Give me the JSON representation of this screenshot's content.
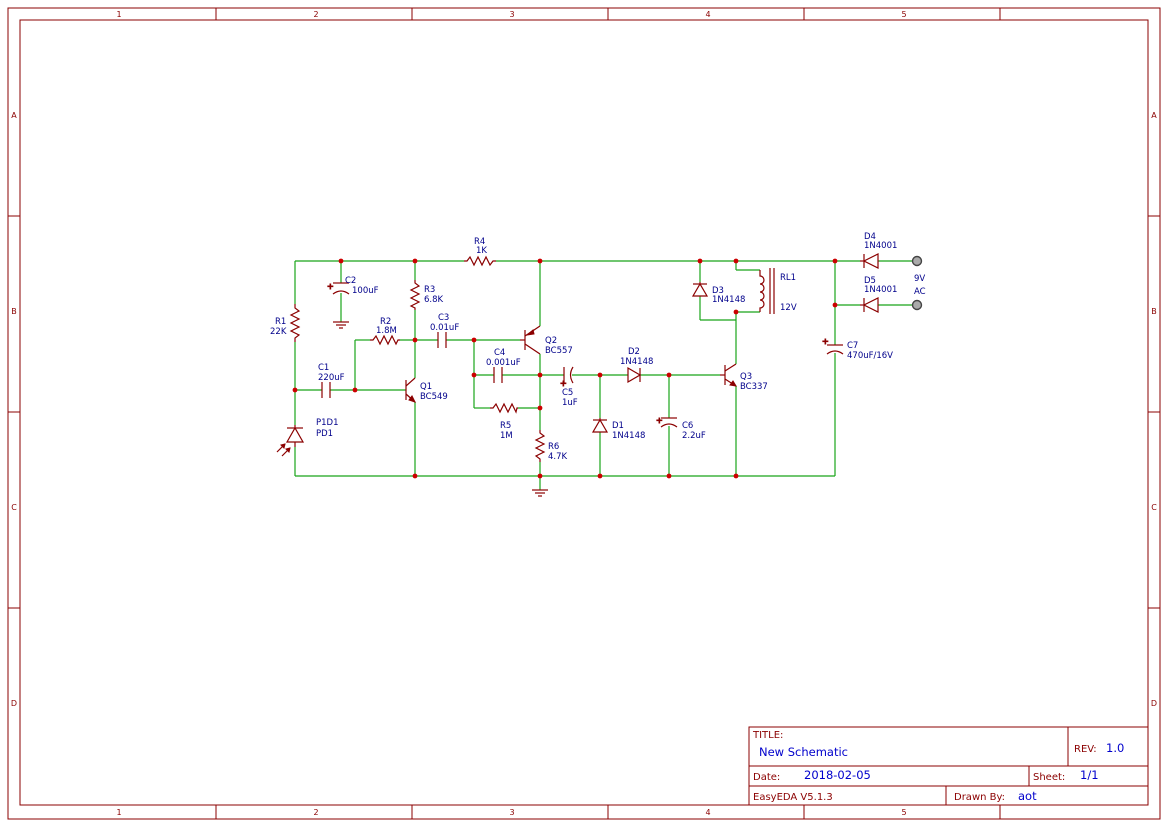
{
  "frame": {
    "columns": [
      "1",
      "2",
      "3",
      "4",
      "5"
    ],
    "rows": [
      "A",
      "B",
      "C",
      "D"
    ]
  },
  "components": {
    "r1": {
      "ref": "R1",
      "value": "22K"
    },
    "r2": {
      "ref": "R2",
      "value": "1.8M"
    },
    "r3": {
      "ref": "R3",
      "value": "6.8K"
    },
    "r4": {
      "ref": "R4",
      "value": "1K"
    },
    "r5": {
      "ref": "R5",
      "value": "1M"
    },
    "r6": {
      "ref": "R6",
      "value": "4.7K"
    },
    "c1": {
      "ref": "C1",
      "value": "220uF"
    },
    "c2": {
      "ref": "C2",
      "value": "100uF"
    },
    "c3": {
      "ref": "C3",
      "value": "0.01uF"
    },
    "c4": {
      "ref": "C4",
      "value": "0.001uF"
    },
    "c5": {
      "ref": "C5",
      "value": "1uF"
    },
    "c6": {
      "ref": "C6",
      "value": "2.2uF"
    },
    "c7": {
      "ref": "C7",
      "value": "470uF/16V"
    },
    "q1": {
      "ref": "Q1",
      "value": "BC549"
    },
    "q2": {
      "ref": "Q2",
      "value": "BC557"
    },
    "q3": {
      "ref": "Q3",
      "value": "BC337"
    },
    "d1": {
      "ref": "D1",
      "value": "1N4148"
    },
    "d2": {
      "ref": "D2",
      "value": "1N4148"
    },
    "d3": {
      "ref": "D3",
      "value": "1N4148"
    },
    "d4": {
      "ref": "D4",
      "value": "1N4001"
    },
    "d5": {
      "ref": "D5",
      "value": "1N4001"
    },
    "p1d1": {
      "ref": "P1D1",
      "value": "PD1"
    },
    "rl1": {
      "ref": "RL1",
      "value": "12V"
    },
    "input": {
      "voltage": "9V",
      "type": "AC"
    }
  },
  "title_block": {
    "title_label": "TITLE:",
    "title": "New Schematic",
    "rev_label": "REV:",
    "rev": "1.0",
    "date_label": "Date:",
    "date": "2018-02-05",
    "sheet_label": "Sheet:",
    "sheet": "1/1",
    "software": "EasyEDA V5.1.3",
    "drawn_by_label": "Drawn By:",
    "drawn_by": "aot"
  },
  "colors": {
    "frame": "#8b0000",
    "wire": "#19a519",
    "label": "#00008b",
    "junction": "#cc0000"
  }
}
